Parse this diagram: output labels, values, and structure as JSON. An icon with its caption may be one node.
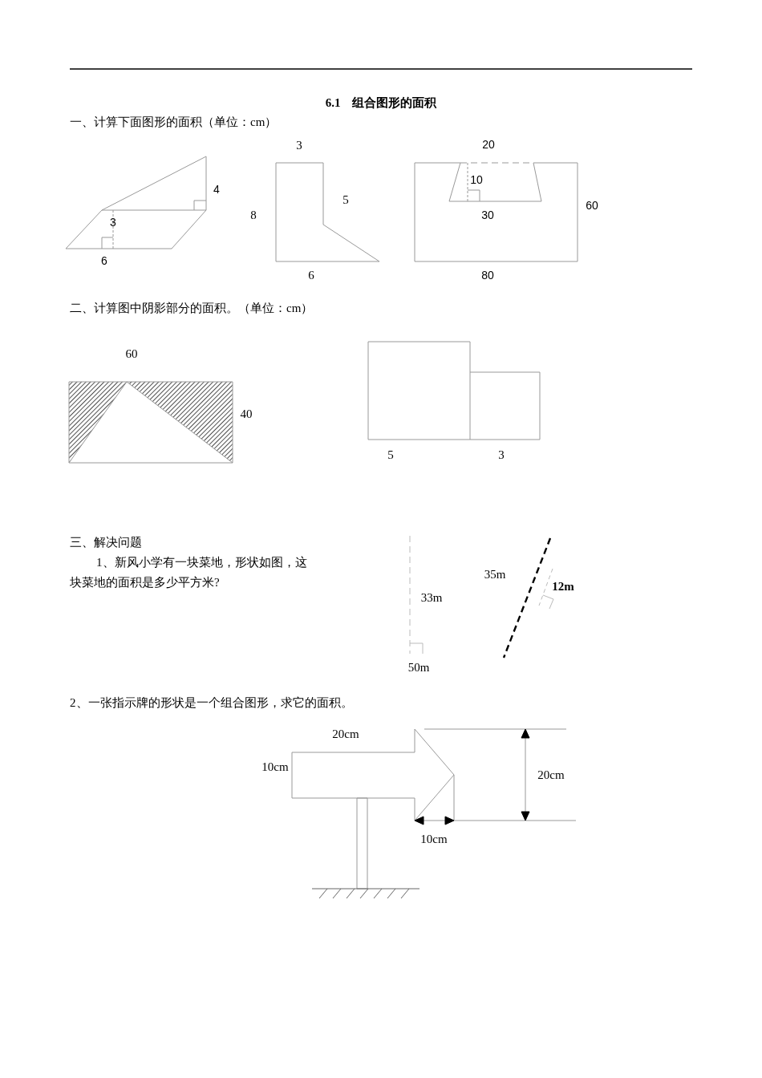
{
  "diagram": {
    "title": "6.1　组合图形的面积",
    "labels": [
      "一、计算下面图形的面积（单位：cm）",
      "3",
      "20",
      "4",
      "10",
      "5",
      "8",
      "3",
      "30",
      "60",
      "6",
      "6",
      "80",
      "二、计算图中阴影部分的面积。（单位：cm）",
      "60",
      "40",
      "5",
      "3",
      "三、解决问题",
      "1、新风小学有一块菜地，形状如图，这块菜地的面积是多少平方米?",
      "35m",
      "12m",
      "33m",
      "50m",
      "2、一张指示牌的形状是一个组合图形，求它的面积。",
      "20cm",
      "10cm",
      "20cm",
      "10cm"
    ]
  }
}
